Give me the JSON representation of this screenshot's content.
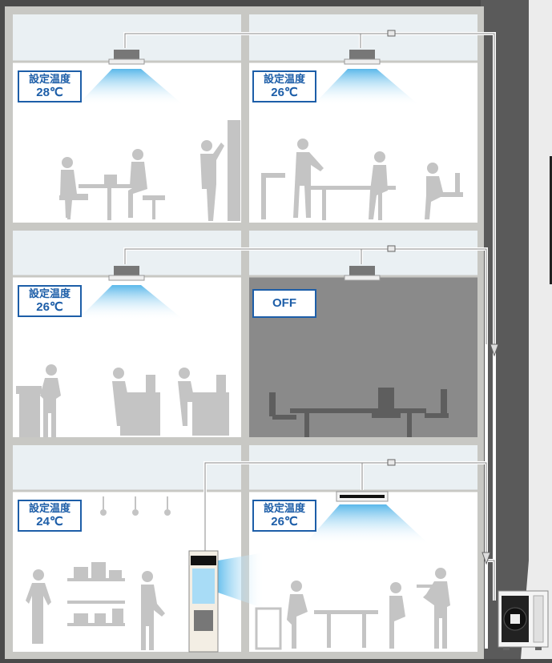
{
  "labels": {
    "set_temp": "設定温度",
    "room_3f_left_temp": "28℃",
    "room_3f_right_temp": "26℃",
    "room_2f_left_temp": "26℃",
    "room_2f_right_status": "OFF",
    "room_1f_left_temp": "24℃",
    "room_1f_right_temp": "26℃"
  },
  "colors": {
    "wall": "#4a4a4a",
    "frame": "#c8c8c4",
    "room": "#ffffff",
    "ceiling": "#eaf0f3",
    "room_off": "#8a8a8a",
    "airflow": "#7ec8ee",
    "accent": "#1d5ea8",
    "silhouette": "#c4c4c4"
  }
}
